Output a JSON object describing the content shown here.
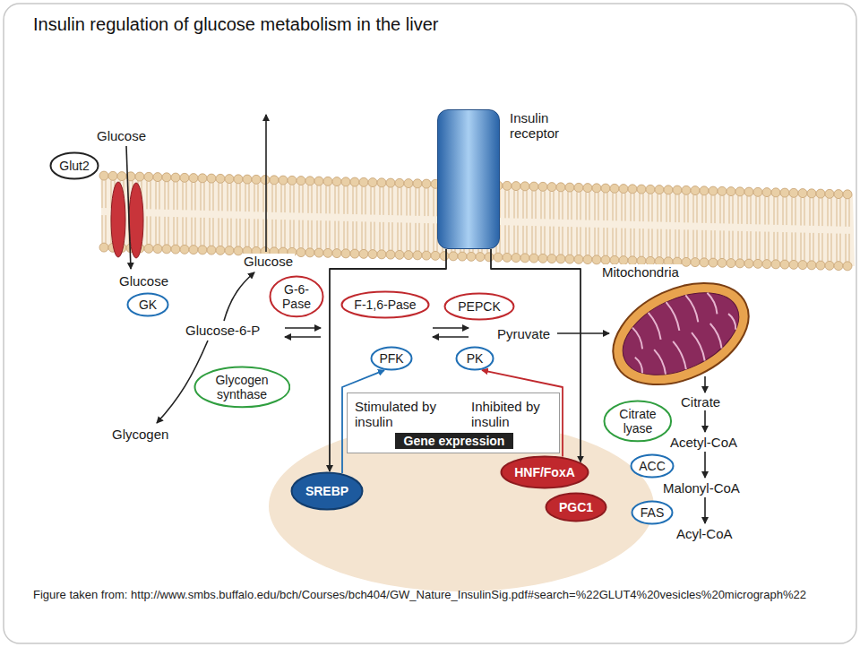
{
  "diagram": {
    "title": "Insulin regulation of glucose metabolism in the liver",
    "caption": "Figure taken from: http://www.smbs.buffalo.edu/bch/Courses/bch404/GW_Nature_InsulinSig.pdf#search=%22GLUT4%20vesicles%20micrograph%22",
    "nodes": [
      {
        "text": [
          "Glut2"
        ]
      },
      {
        "text": [
          "Insulin receptor"
        ]
      },
      {
        "text": [
          "GK"
        ]
      },
      {
        "text": [
          "G-6-Pase"
        ]
      },
      {
        "text": [
          "F-1,6-Pase"
        ]
      },
      {
        "text": [
          "PEPCK"
        ]
      },
      {
        "text": [
          "Mitochondria"
        ]
      },
      {
        "text": [
          "PFK"
        ]
      },
      {
        "text": [
          "PK"
        ]
      },
      {
        "text": [
          "Glycogen synthase"
        ]
      },
      {
        "text": [
          "Citrate lyase"
        ]
      },
      {
        "text": [
          "Stimulated by insulin",
          "Inhibited by insulin",
          "Gene expression"
        ]
      },
      {
        "text": [
          "ACC"
        ]
      },
      {
        "text": [
          "HNF/FoxA"
        ]
      },
      {
        "text": [
          "SREBP"
        ]
      },
      {
        "text": [
          "PGC1"
        ]
      },
      {
        "text": [
          "FAS"
        ]
      }
    ],
    "edges": [
      {
        "from": 1,
        "to": 14,
        "arrow": "to"
      },
      {
        "from": 1,
        "to": 13,
        "arrow": "to"
      },
      {
        "from": 14,
        "to": 7,
        "arrow": "to"
      },
      {
        "from": 13,
        "to": 8,
        "arrow": "to"
      }
    ],
    "labels": [
      "Glucose",
      "Glucose",
      "Glucose",
      "Glucose-6-P",
      "Pyruvate",
      "Citrate",
      "Glycogen",
      "Acetyl-CoA",
      "Malonyl-CoA",
      "Acyl-CoA"
    ]
  }
}
